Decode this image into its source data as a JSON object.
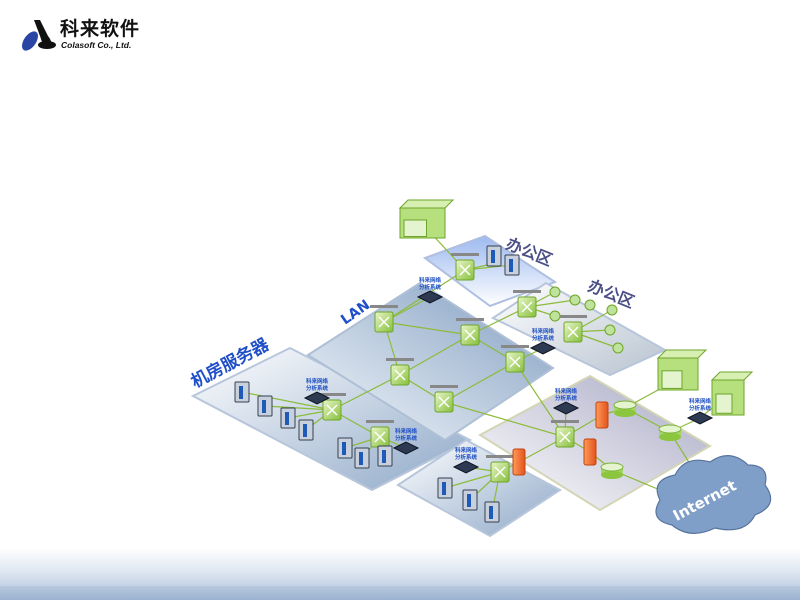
{
  "logo": {
    "cn_name": "科来软件",
    "en_name": "Colasoft Co., Ltd."
  },
  "regions": {
    "office_1": "办公区",
    "office_2": "办公区",
    "lan": "LAN",
    "server_room": "机房服务器"
  },
  "analyzer_label_line1": "科来网络",
  "analyzer_label_line2": "分析系统",
  "cloud_label": "Internet",
  "colors": {
    "region_label": "#4b4f86",
    "blue_label": "#1f4fc8",
    "switch_green": "#8cc63f",
    "link": "#8dbb3a",
    "firewall": "#f0662a",
    "cloud": "#7f9fc8"
  }
}
